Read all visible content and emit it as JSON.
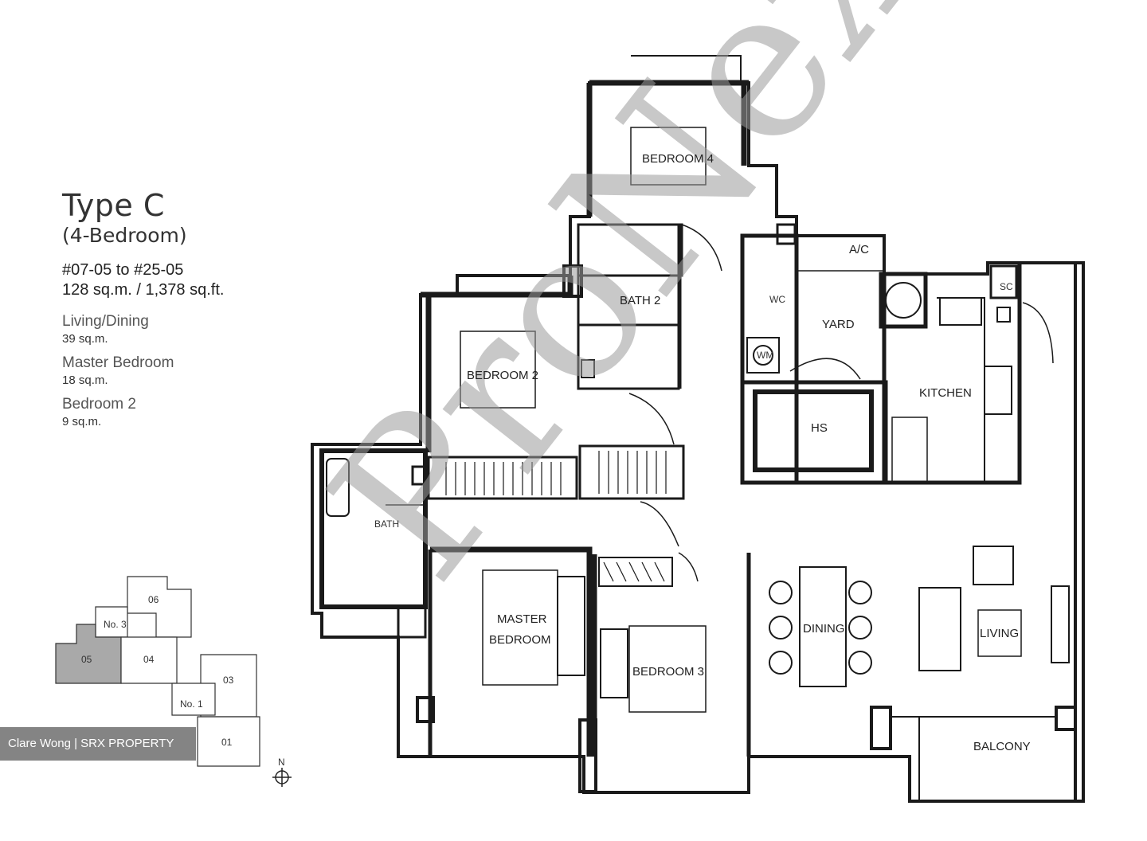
{
  "unit": {
    "type": "Type C",
    "bedrooms": "(4-Bedroom)",
    "units_range": "#07-05 to #25-05",
    "area": "128 sq.m. / 1,378 sq.ft."
  },
  "room_areas": [
    {
      "name": "Living/Dining",
      "size": "39 sq.m."
    },
    {
      "name": "Master Bedroom",
      "size": "18 sq.m."
    },
    {
      "name": "Bedroom 2",
      "size": "9 sq.m."
    }
  ],
  "rooms": {
    "bedroom4": "BEDROOM 4",
    "ac": "A/C",
    "bath2": "BATH 2",
    "wc": "WC",
    "yard": "YARD",
    "wm": "WM",
    "sc": "SC",
    "bedroom2": "BEDROOM 2",
    "kitchen": "KITCHEN",
    "hs": "HS",
    "bath1": "BATH",
    "master_line1": "MASTER",
    "master_line2": "BEDROOM",
    "bedroom3": "BEDROOM 3",
    "dining": "DINING",
    "living": "LIVING",
    "balcony": "BALCONY"
  },
  "key_plan": {
    "blocks": [
      "06",
      "No. 3",
      "05",
      "04",
      "03",
      "No. 1",
      "01"
    ],
    "north": "N"
  },
  "watermark": "ProNex",
  "credit": "Clare Wong | SRX PROPERTY",
  "colors": {
    "wall": "#1a1a1a",
    "highlight": "#a9a9a9",
    "watermark": "#9a9a9a"
  }
}
